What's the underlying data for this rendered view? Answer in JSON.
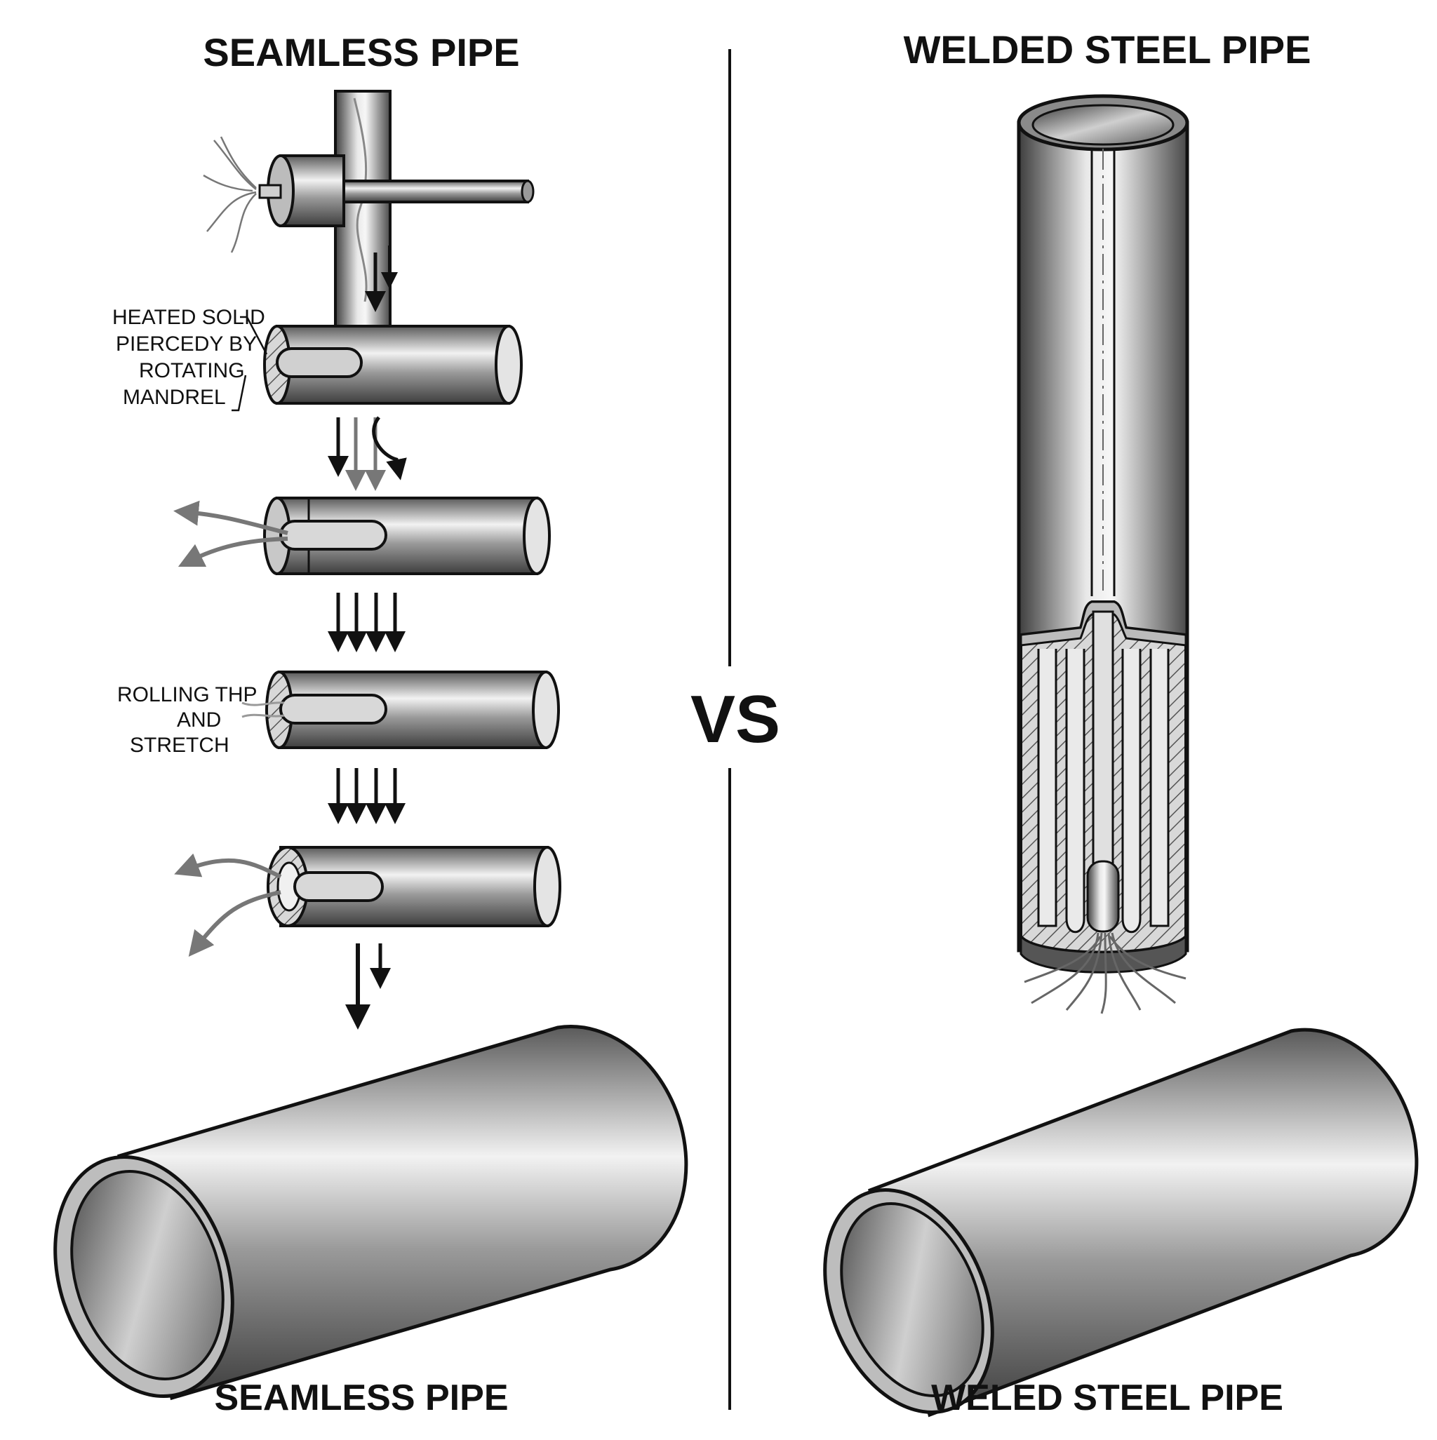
{
  "left": {
    "title": "SEAMLESS PIPE",
    "bottom_label": "SEAMLESS PIPE",
    "step1_label": [
      "HEATED SOLID",
      "PIERCEDY BY",
      "ROTATING",
      "MANDREL"
    ],
    "step3_label": [
      "ROLLING THP",
      "AND",
      "STRETCH"
    ]
  },
  "right": {
    "title": "WELDED STEEL PIPE",
    "bottom_label": "WELED STEEL PIPE"
  },
  "center": {
    "vs": "VS"
  },
  "colors": {
    "ink": "#111111",
    "steel_dark": "#4a4a4a",
    "steel_light": "#eeeeee"
  }
}
